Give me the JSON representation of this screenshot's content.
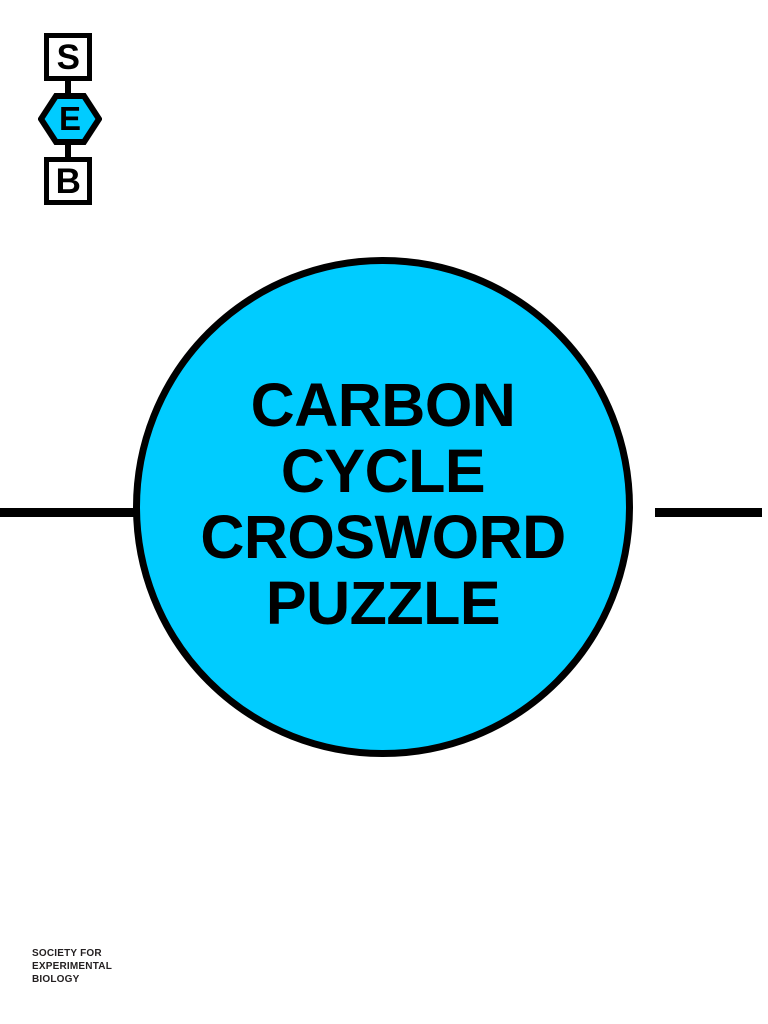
{
  "document": {
    "background_color": "#ffffff"
  },
  "logo": {
    "name": "seb-logo",
    "letters": {
      "top": "S",
      "middle": "E",
      "bottom": "B"
    },
    "accent_color": "#00ccff",
    "outline_color": "#000000",
    "fill_color": "#ffffff"
  },
  "emblem": {
    "circle_fill": "#00ccff",
    "circle_stroke": "#000000",
    "rule_color": "#000000",
    "title_lines": [
      "CARBON",
      "CYCLE",
      "CROSWORD",
      "PUZZLE"
    ]
  },
  "footer": {
    "lines": [
      "SOCIETY FOR",
      "EXPERIMENTAL",
      "BIOLOGY"
    ]
  }
}
